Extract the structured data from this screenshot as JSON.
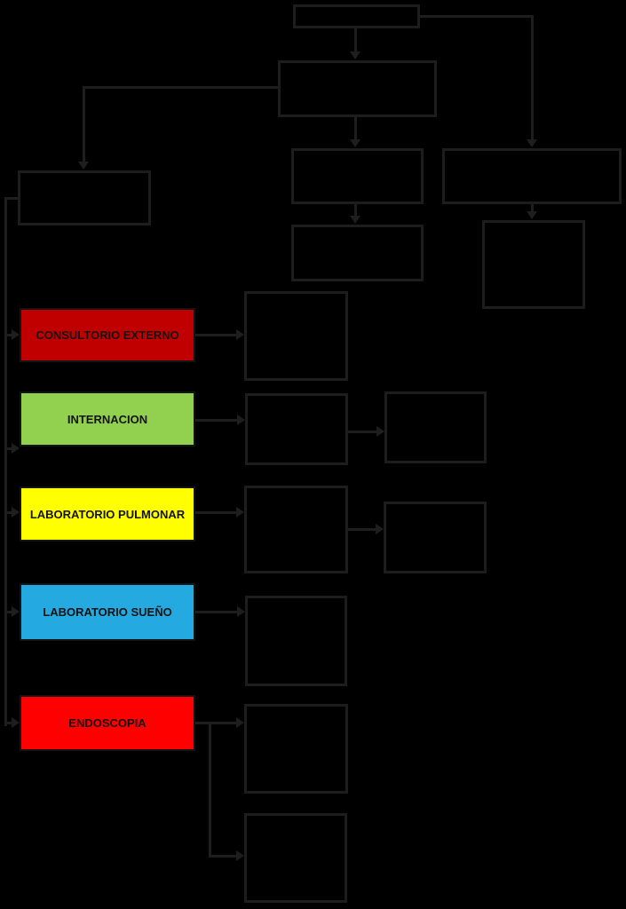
{
  "diagram": {
    "title": "hospital-services-flowchart",
    "background_color": "#000000",
    "line_color": "#1e1e1e",
    "nodes": {
      "consultorio_externo": {
        "label": "CONSULTORIO EXTERNO",
        "color": "#C00000"
      },
      "internacion": {
        "label": "INTERNACION",
        "color": "#92D050"
      },
      "laboratorio_pulmonar": {
        "label": "LABORATORIO PULMONAR",
        "color": "#FFFF00"
      },
      "laboratorio_sueno": {
        "label": "LABORATORIO SUEÑO",
        "color": "#24A9E0"
      },
      "endoscopia": {
        "label": "ENDOSCOPIA",
        "color": "#FF0000"
      }
    },
    "unlabeled_box_count": 15
  }
}
